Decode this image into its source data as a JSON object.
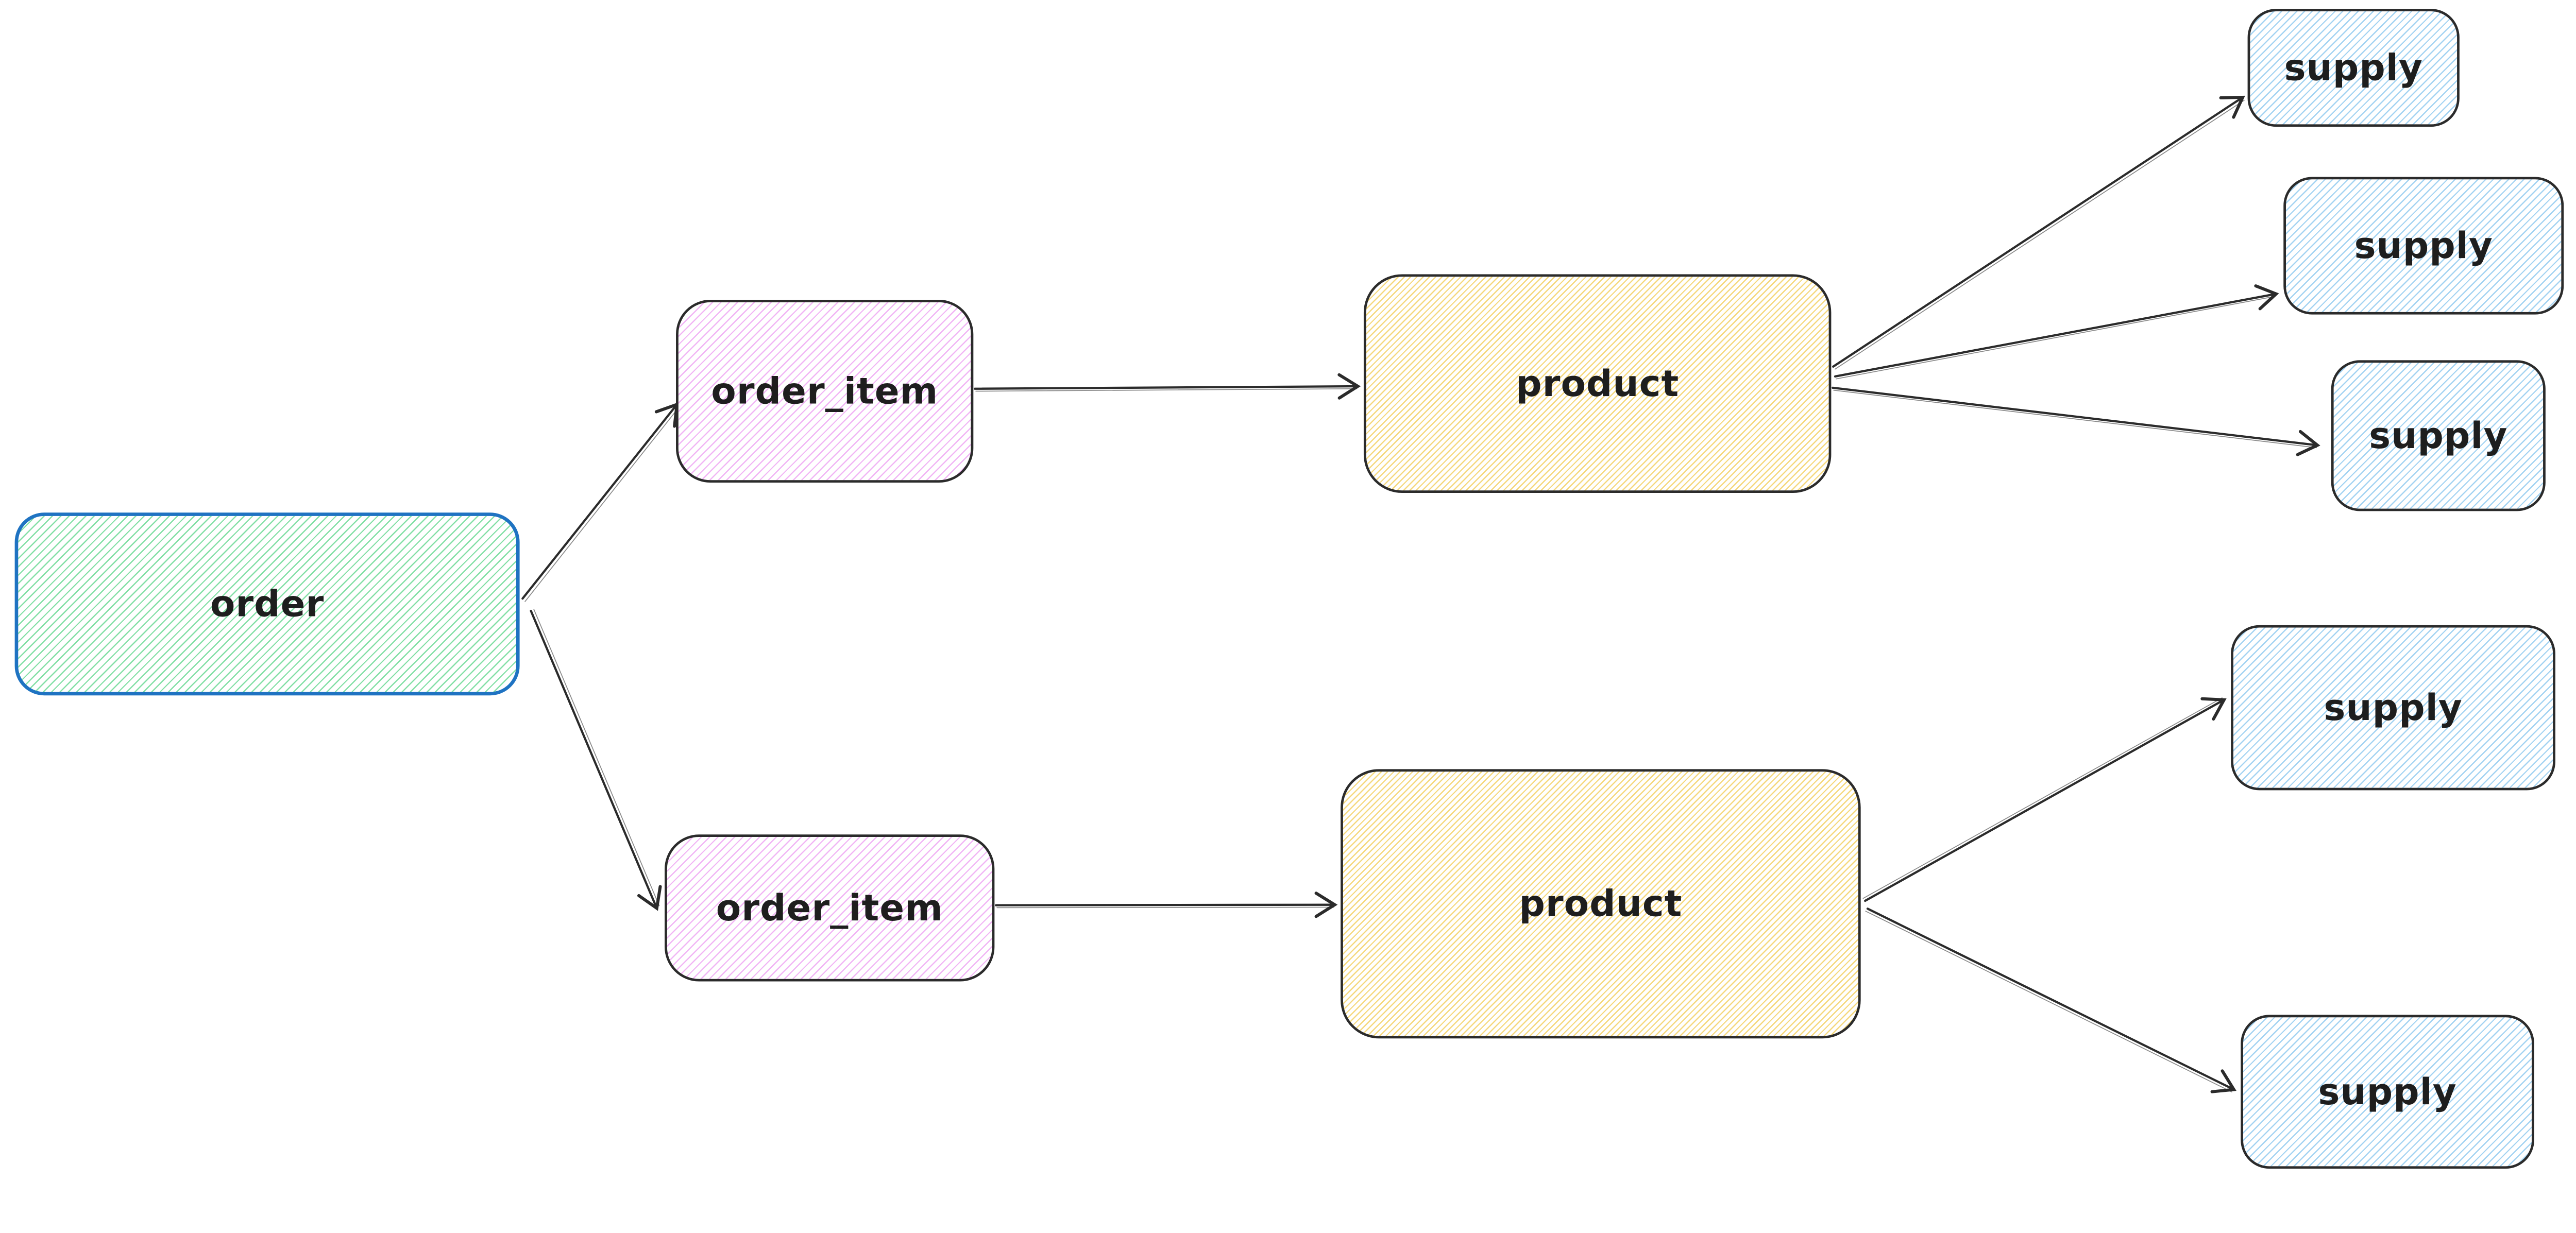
{
  "diagram": {
    "type": "entity-relationship-sketch",
    "background": "#ffffff",
    "nodes": [
      {
        "id": "order",
        "label": "order",
        "fill": "green-hachure",
        "border": "blue"
      },
      {
        "id": "order-item-top",
        "label": "order_item",
        "fill": "pink-hachure",
        "border": "dark"
      },
      {
        "id": "order-item-bottom",
        "label": "order_item",
        "fill": "pink-hachure",
        "border": "dark"
      },
      {
        "id": "product-top",
        "label": "product",
        "fill": "yellow-hachure",
        "border": "dark"
      },
      {
        "id": "product-bottom",
        "label": "product",
        "fill": "yellow-hachure",
        "border": "dark"
      },
      {
        "id": "supply-1",
        "label": "supply",
        "fill": "blue-hachure",
        "border": "dark"
      },
      {
        "id": "supply-2",
        "label": "supply",
        "fill": "blue-hachure",
        "border": "dark"
      },
      {
        "id": "supply-3",
        "label": "supply",
        "fill": "blue-hachure",
        "border": "dark"
      },
      {
        "id": "supply-4",
        "label": "supply",
        "fill": "blue-hachure",
        "border": "dark"
      },
      {
        "id": "supply-5",
        "label": "supply",
        "fill": "blue-hachure",
        "border": "dark"
      }
    ],
    "edges": [
      {
        "from": "order",
        "to": "order-item-top"
      },
      {
        "from": "order",
        "to": "order-item-bottom"
      },
      {
        "from": "order-item-top",
        "to": "product-top"
      },
      {
        "from": "order-item-bottom",
        "to": "product-bottom"
      },
      {
        "from": "product-top",
        "to": "supply-1"
      },
      {
        "from": "product-top",
        "to": "supply-2"
      },
      {
        "from": "product-top",
        "to": "supply-3"
      },
      {
        "from": "product-bottom",
        "to": "supply-4"
      },
      {
        "from": "product-bottom",
        "to": "supply-5"
      }
    ]
  },
  "colors": {
    "background": "#ffffff",
    "stroke": "#2b2b2b",
    "text": "#1e1e1e",
    "order-border": "#1f73c2",
    "hatch-green": "#82dfa5",
    "hatch-pink": "#f1b5f5",
    "hatch-yellow": "#f5d87c",
    "hatch-blue": "#a3d3f2"
  }
}
